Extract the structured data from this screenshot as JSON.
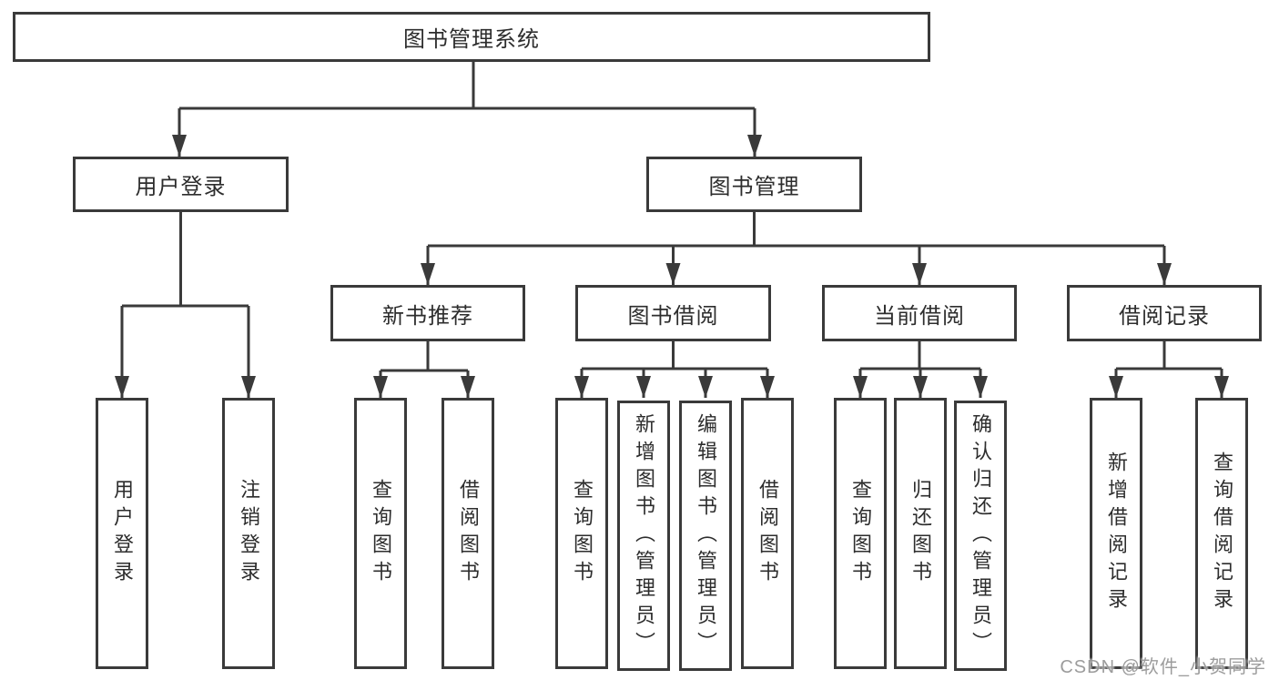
{
  "diagram": {
    "root": {
      "label": "图书管理系统"
    },
    "branches": [
      {
        "label": "用户登录",
        "children": [
          {
            "label": "用户登录"
          },
          {
            "label": "注销登录"
          }
        ]
      },
      {
        "label": "图书管理",
        "children": [
          {
            "label": "新书推荐",
            "children": [
              {
                "label": "查询图书"
              },
              {
                "label": "借阅图书"
              }
            ]
          },
          {
            "label": "图书借阅",
            "children": [
              {
                "label": "查询图书"
              },
              {
                "label": "新增图书（管理员）"
              },
              {
                "label": "编辑图书（管理员）"
              },
              {
                "label": "借阅图书"
              }
            ]
          },
          {
            "label": "当前借阅",
            "children": [
              {
                "label": "查询图书"
              },
              {
                "label": "归还图书"
              },
              {
                "label": "确认归还（管理员）"
              }
            ]
          },
          {
            "label": "借阅记录",
            "children": [
              {
                "label": "新增借阅记录"
              },
              {
                "label": "查询借阅记录"
              }
            ]
          }
        ]
      }
    ]
  },
  "colors": {
    "line": "#3a3a3a",
    "text": "#2d2d2d",
    "background": "#ffffff",
    "watermark": "#949494"
  },
  "watermark": {
    "text": "CSDN @软件_小贺同学"
  }
}
